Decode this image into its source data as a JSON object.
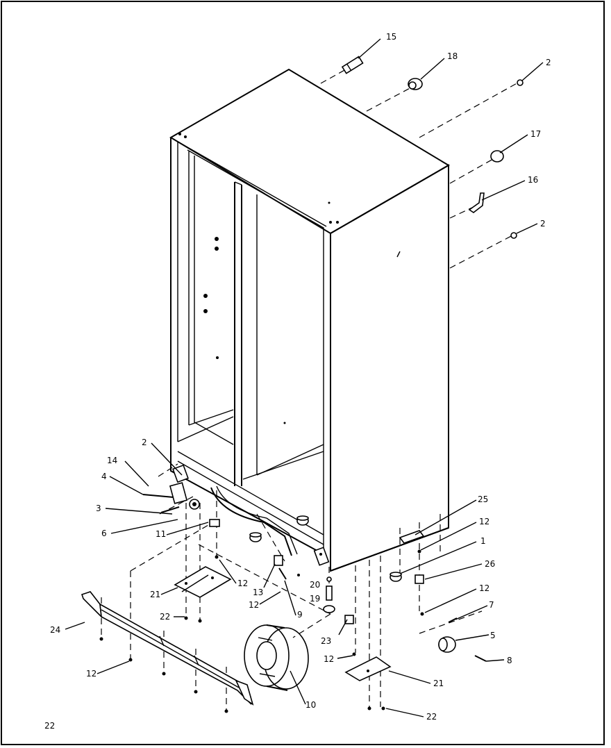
{
  "page_number": "22",
  "callouts": [
    {
      "id": "c15",
      "text": "15"
    },
    {
      "id": "c18",
      "text": "18"
    },
    {
      "id": "c2a",
      "text": "2"
    },
    {
      "id": "c17",
      "text": "17"
    },
    {
      "id": "c16",
      "text": "16"
    },
    {
      "id": "c2b",
      "text": "2"
    },
    {
      "id": "c2c",
      "text": "2"
    },
    {
      "id": "c14",
      "text": "14"
    },
    {
      "id": "c4",
      "text": "4"
    },
    {
      "id": "c3",
      "text": "3"
    },
    {
      "id": "c6",
      "text": "6"
    },
    {
      "id": "c11",
      "text": "11"
    },
    {
      "id": "c12a",
      "text": "12"
    },
    {
      "id": "c13",
      "text": "13"
    },
    {
      "id": "c12b",
      "text": "12"
    },
    {
      "id": "c9",
      "text": "9"
    },
    {
      "id": "c20",
      "text": "20"
    },
    {
      "id": "c19",
      "text": "19"
    },
    {
      "id": "c21a",
      "text": "21"
    },
    {
      "id": "c22a",
      "text": "22"
    },
    {
      "id": "c24",
      "text": "24"
    },
    {
      "id": "c12c",
      "text": "12"
    },
    {
      "id": "c10",
      "text": "10"
    },
    {
      "id": "c23",
      "text": "23"
    },
    {
      "id": "c12d",
      "text": "12"
    },
    {
      "id": "c21b",
      "text": "21"
    },
    {
      "id": "c22b",
      "text": "22"
    },
    {
      "id": "c25",
      "text": "25"
    },
    {
      "id": "c12e",
      "text": "12"
    },
    {
      "id": "c1",
      "text": "1"
    },
    {
      "id": "c26",
      "text": "26"
    },
    {
      "id": "c12f",
      "text": "12"
    },
    {
      "id": "c7",
      "text": "7"
    },
    {
      "id": "c5",
      "text": "5"
    },
    {
      "id": "c8",
      "text": "8"
    }
  ]
}
